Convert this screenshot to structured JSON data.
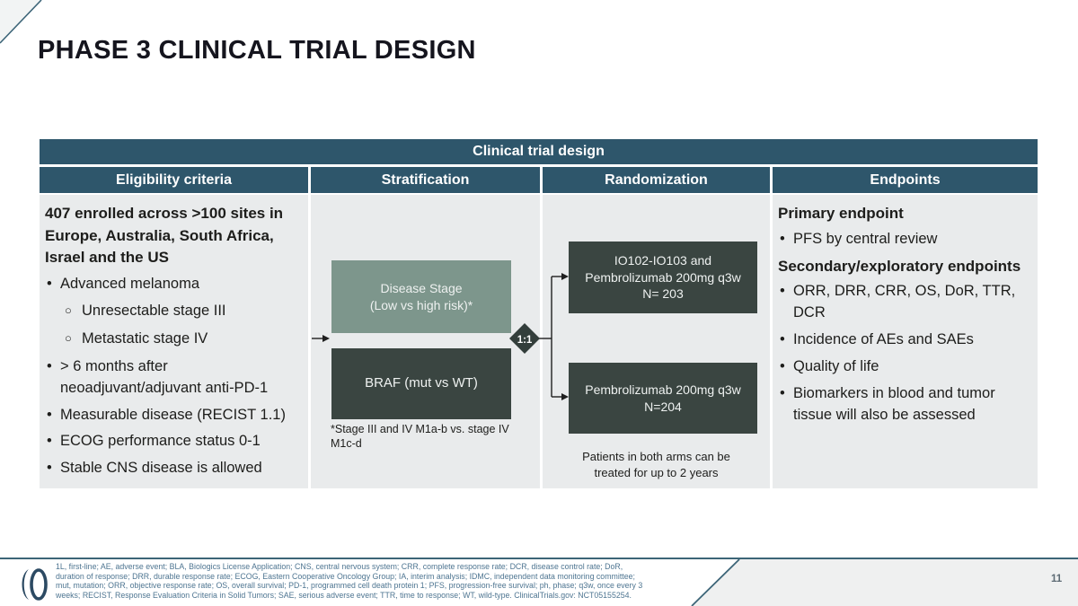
{
  "slide": {
    "title": "PHASE 3 CLINICAL TRIAL DESIGN",
    "page_number": "11"
  },
  "colors": {
    "header_teal": "#2e566b",
    "cell_gray": "#e9ebec",
    "sage_box": "#7d968c",
    "dark_box": "#3a4541",
    "accent_line": "#3c6577",
    "footnote_blue": "#4e7591"
  },
  "table": {
    "banner": "Clinical trial design",
    "headers": [
      "Eligibility criteria",
      "Stratification",
      "Randomization",
      "Endpoints"
    ],
    "eligibility": {
      "intro": "407 enrolled across >100 sites in Europe, Australia, South Africa, Israel and the US",
      "bullet1": "Advanced melanoma",
      "sub1": "Unresectable stage III",
      "sub2": "Metastatic stage IV",
      "bullet2": "> 6 months after neoadjuvant/adjuvant anti-PD-1",
      "bullet3": "Measurable disease (RECIST 1.1)",
      "bullet4": "ECOG performance status 0-1",
      "bullet5": "Stable CNS disease is allowed"
    },
    "stratification": {
      "box_disease_stage": "Disease Stage\n(Low vs high risk)*",
      "box_braf": "BRAF (mut vs WT)",
      "note": "*Stage III and IV M1a-b vs. stage IV M1c-d",
      "ratio": "1:1"
    },
    "randomization": {
      "arm1": "IO102-IO103 and\nPembrolizumab 200mg q3w\nN= 203",
      "arm2": "Pembrolizumab 200mg q3w\nN=204",
      "caption": "Patients in both arms can be\ntreated for up to 2 years"
    },
    "endpoints": {
      "heading1": "Primary endpoint",
      "bullet1": "PFS by central review",
      "heading2": "Secondary/exploratory endpoints",
      "bullet2": "ORR, DRR, CRR, OS, DoR, TTR, DCR",
      "bullet3": "Incidence of AEs and SAEs",
      "bullet4": "Quality of life",
      "bullet5": "Biomarkers in blood and tumor tissue will also be assessed"
    }
  },
  "footer": {
    "footnote_lines": [
      "1L, first-line; AE, adverse event; BLA, Biologics License Application; CNS, central nervous system; CRR, complete response rate; DCR, disease control rate; DoR,",
      "duration of response; DRR, durable response rate; ECOG, Eastern Cooperative Oncology Group; IA, interim analysis; IDMC, independent data monitoring committee;",
      "mut, mutation; ORR, objective response rate; OS, overall survival; PD-1, programmed cell death protein 1; PFS, progression-free survival; ph, phase; q3w, once every 3",
      "weeks; RECIST, Response Evaluation Criteria in Solid Tumors; SAE, serious adverse event; TTR, time to response; WT, wild-type. ClinicalTrials.gov: NCT05155254."
    ]
  }
}
